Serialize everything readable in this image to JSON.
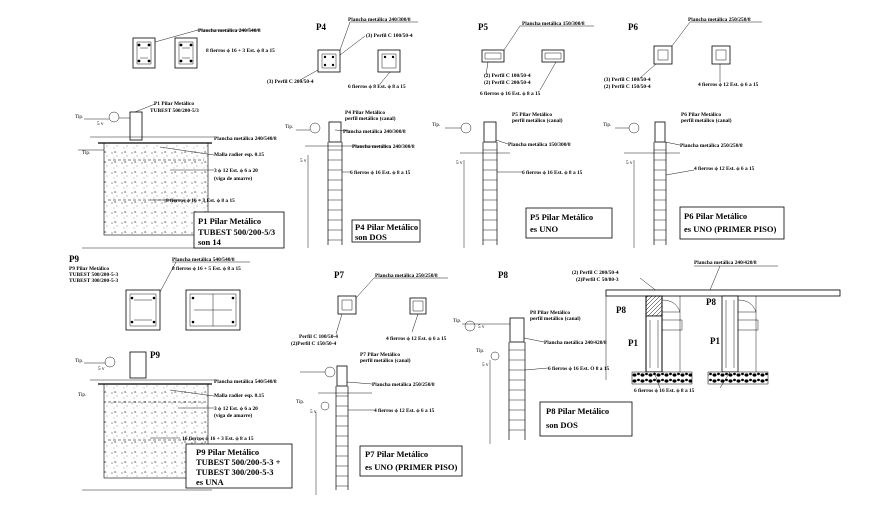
{
  "sections": {
    "p1_title": "P1  Pilar Metálico",
    "p1_profile": "TUBEST 500/200-5/3",
    "p1_plate": "Plancha metálica 240/540/8",
    "p1_bars": "8 fierros ϕ 16 + 3 Est. ϕ 8 a 15",
    "p1_plate2": "Plancha metálica 240/540/8",
    "p1_malla": "Malla radier esp. 0.15",
    "p1_bars2": "3 ϕ 12 Est. ϕ 6 a 20",
    "p1_viga": "(viga de amarre)",
    "p1_bars3": "8 fierros ϕ 16 + 3 Est. ϕ 8 a 15",
    "p1_cap1": "P1    Pilar Metálico",
    "p1_cap2": "TUBEST  500/200-5/3",
    "p1_cap3": "son  14",
    "p4_tag": "P4",
    "p4_plate": "Plancha metálica 240/300/8",
    "p4_perfil1": "(3) Perfil C  100/50-4",
    "p4_perfil2": "(3) Perfil C  200/50-4",
    "p4_bars": "6 fierros ϕ 8 Est. ϕ 8 a 15",
    "p4_sub1": "P4  Pilar Metálico",
    "p4_sub2": "perfil metálico (canal)",
    "p4_plate2": "Plancha metálica 240/300/8",
    "p4_bars2": "6 fierros ϕ 16 Est. ϕ 8 a 15",
    "p4_cap1": "P4 Pilar Metálico",
    "p4_cap2": "son DOS",
    "p5_tag": "P5",
    "p5_plate": "Plancha metálica 150/300/8",
    "p5_perfil1": "(2) Perfil C  100/50-4",
    "p5_perfil2": "(2) Perfil C  200/50-4",
    "p5_bars": "6 fierros ϕ 16 Est. ϕ 8 a 15",
    "p5_sub1": "P5  Pilar Metálico",
    "p5_sub2": "perfil metálico (canal)",
    "p5_plate2": "Plancha metálica 150/300/8",
    "p5_bars2": "6 fierros ϕ 16 Est. ϕ 8 a 15",
    "p5_cap1": "P5   Pilar Metálico",
    "p5_cap2": "es  UNO",
    "p6_tag": "P6",
    "p6_plate": "Plancha metálica 250/250/8",
    "p6_perfil1": "(3) Perfil C  100/50-4",
    "p6_perfil2": "(2) Perfil C  150/50-4",
    "p6_bars": "4 fierros ϕ 12 Est. ϕ 6 a 15",
    "p6_sub1": "P6  Pilar Metálico",
    "p6_sub2": "perfil metálico (canal)",
    "p6_plate2": "Plancha metálica 250/250/8",
    "p6_bars2": "4 fierros ϕ 12 Est. ϕ 6 a 15",
    "p6_cap1": "P6   Pilar Metálico",
    "p6_cap2": "es UNO (PRIMER PISO)",
    "p9_tag": "P9",
    "p9_sub1": "P9   Pilar Metálico",
    "p9_sub2": "TUBEST  500/200-5-3",
    "p9_sub3": "TUBEST  300/200-5-3",
    "p9_plate": "Plancha metálica 540/540/8",
    "p9_bars": "8 fierros ϕ 16 + 5 Est. ϕ 8 a 15",
    "p9_plate2": "Plancha metálica 540/540/8",
    "p9_malla": "Malla radier esp. 0.15",
    "p9_bars2": "3 ϕ 12 Est. ϕ 6 a 20",
    "p9_viga": "(viga de amarre)",
    "p9_bars3": "16 fierros ϕ 16 + 3 Est. ϕ 8 a 15",
    "p9_cap1": "P9  Pilar Metálico",
    "p9_cap2": "TUBEST  500/200-5-3 +",
    "p9_cap3": "TUBEST  300/200-5-3",
    "p9_cap4": "es UNA",
    "p7_tag": "P7",
    "p7_plate": "Plancha metálica 250/250/8",
    "p7_perfil1": "Perfil C  100/50-4",
    "p7_perfil2": "(2)Perfil C  150/50-4",
    "p7_bars": "4 fierros ϕ 12 Est. ϕ 6 a 15",
    "p7_sub1": "P7  Pilar Metálico",
    "p7_sub2": "perfil metálico (canal)",
    "p7_plate2": "Plancha metálica 250/250/8",
    "p7_bars2": "4 fierros ϕ 12 Est. ϕ 6 a 15",
    "p7_cap1": "P7   Pilar Metálico",
    "p7_cap2": "es UNO (PRIMER PISO)",
    "p8_tag": "P8",
    "p8_sub1": "P8  Pilar Metálico",
    "p8_sub2": "perfil metálico (canal)",
    "p8_plate": "Plancha metálica 240/420/8",
    "p8_bars": "6 fierros ϕ 16 Est. O 8 a 15",
    "p8_cap1": "P8    Pilar Metálico",
    "p8_cap2": "son DOS",
    "p8_perfil1": "(2) Perfil C  200/50-4",
    "p8_perfil2": "(2)Perfil C  50/80-3",
    "p8_plate_top": "Plancha metálica 240/420/8",
    "p8_bars_bottom": "6 fierros ϕ 16 Est. ϕ 8 a 15",
    "p8_lbl_a": "P8",
    "p8_lbl_b": "P8",
    "p1_lbl_a": "P1",
    "p1_lbl_b": "P1",
    "tip": "Tip.",
    "five_v": "5 v"
  }
}
